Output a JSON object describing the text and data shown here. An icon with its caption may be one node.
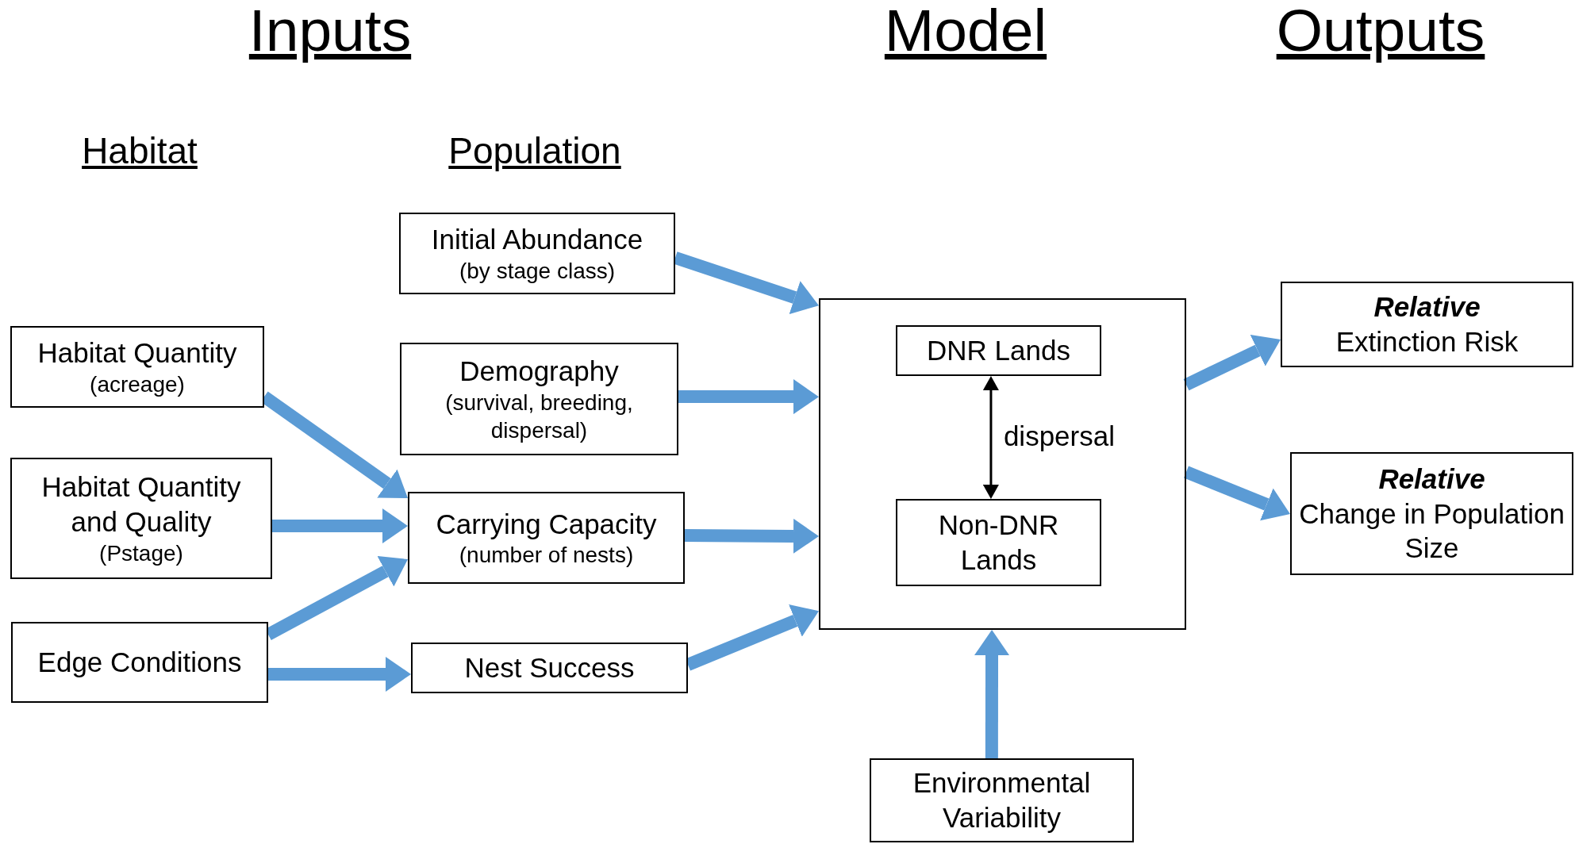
{
  "diagram": {
    "nodes": [
      {
        "text": [
          "Habitat Quantity",
          "(acreage)"
        ]
      },
      {
        "text": [
          "Habitat Quantity and Quality",
          "(Pstage)"
        ]
      },
      {
        "text": [
          "Edge Conditions"
        ]
      },
      {
        "text": [
          "Initial Abundance",
          "(by stage class)"
        ]
      },
      {
        "text": [
          "Demography",
          "(survival, breeding, dispersal)"
        ]
      },
      {
        "text": [
          "Carrying Capacity",
          "(number of nests)"
        ]
      },
      {
        "text": [
          "Nest Success"
        ]
      },
      {
        "text": [],
        "shape": "box"
      },
      {
        "text": [
          "DNR Lands"
        ],
        "in": 7
      },
      {
        "text": [
          "Non-DNR Lands"
        ],
        "in": 7
      },
      {
        "text": [
          "Relative",
          "Extinction Risk"
        ]
      },
      {
        "text": [
          "Relative",
          "Change in Population Size"
        ]
      },
      {
        "text": [
          "Environmental Variability"
        ]
      }
    ],
    "edges": [
      {
        "from": 0,
        "to": 5,
        "arrow": "to"
      },
      {
        "from": 1,
        "to": 5,
        "arrow": "to"
      },
      {
        "from": 2,
        "to": 5,
        "arrow": "to"
      },
      {
        "from": 2,
        "to": 6,
        "arrow": "to"
      },
      {
        "from": 3,
        "to": 7,
        "arrow": "to"
      },
      {
        "from": 4,
        "to": 7,
        "arrow": "to"
      },
      {
        "from": 5,
        "to": 7,
        "arrow": "to"
      },
      {
        "from": 6,
        "to": 7,
        "arrow": "to"
      },
      {
        "from": 7,
        "to": 10,
        "arrow": "to"
      },
      {
        "from": 7,
        "to": 11,
        "arrow": "to"
      },
      {
        "from": 12,
        "to": 7,
        "arrow": "to"
      },
      {
        "from": 8,
        "to": 9,
        "arrow": "both",
        "label": "dispersal",
        "color": "#000000"
      }
    ],
    "labels": [
      "Inputs",
      "Model",
      "Outputs",
      "Habitat",
      "Population"
    ]
  }
}
